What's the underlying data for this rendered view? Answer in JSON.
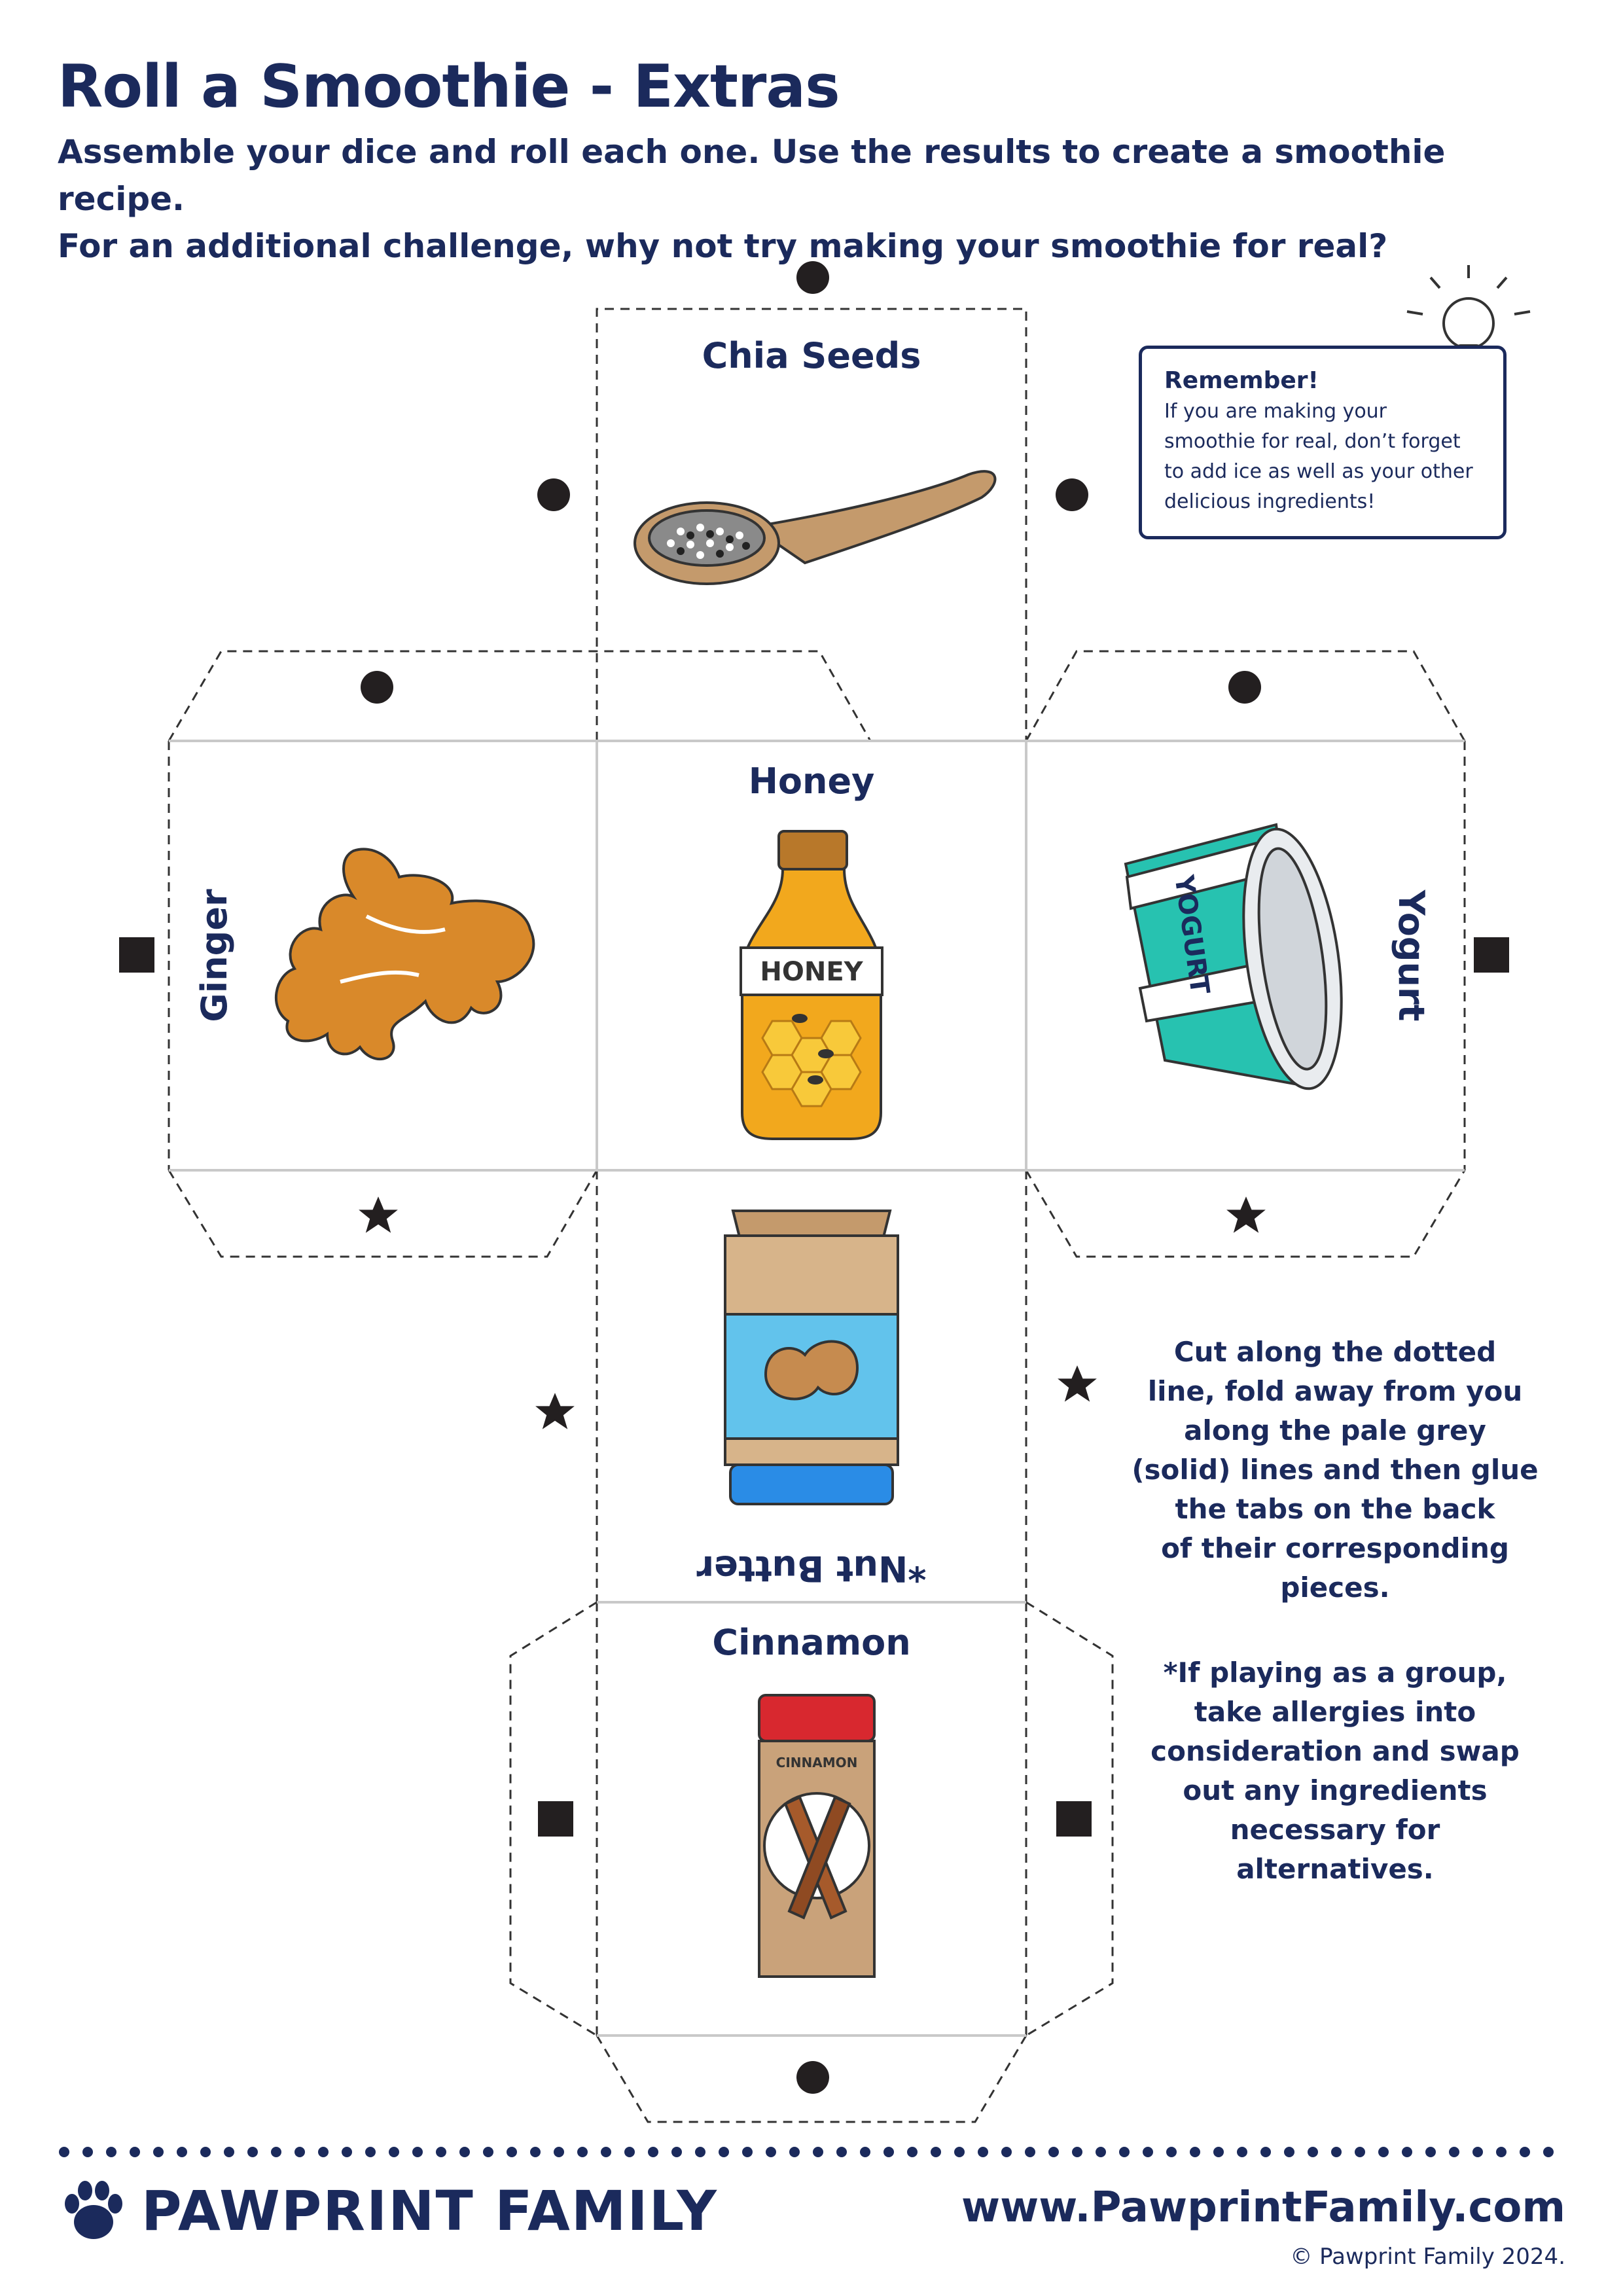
{
  "header": {
    "title": "Roll a Smoothie - Extras",
    "subtitle_line1": "Assemble your dice and roll each one. Use the results to create a smoothie recipe.",
    "subtitle_line2": "For an additional challenge, why not try making your smoothie for real?"
  },
  "faces": {
    "top": "Chia Seeds",
    "center": "Honey",
    "left": "Ginger",
    "right": "Yogurt",
    "lower": "*Nut Butter",
    "bottom": "Cinnamon"
  },
  "product_text": {
    "honey_label": "HONEY",
    "yogurt_label": "YOGURT",
    "cinnamon_label": "CINNAMON"
  },
  "remember": {
    "heading": "Remember!",
    "line1": "If you are making your",
    "line2": "smoothie for real, don’t forget",
    "line3": "to add ice as well as your other",
    "line4": "delicious ingredients!"
  },
  "instructions": {
    "l1": "Cut along the dotted",
    "l2": "line, fold away from you",
    "l3": "along the pale grey",
    "l4": "(solid) lines and then glue",
    "l5": "the tabs on the back",
    "l6": "of their corresponding",
    "l7": "pieces."
  },
  "note": {
    "l1": "*If playing as a group,",
    "l2": "take allergies into",
    "l3": "consideration and swap",
    "l4": "out any ingredients",
    "l5": "necessary for",
    "l6": "alternatives."
  },
  "footer": {
    "brand": "PAWPRINT FAMILY",
    "url": "www.PawprintFamily.com",
    "copyright": "© Pawprint Family 2024."
  },
  "colors": {
    "navy": "#1b2a5c",
    "ginger": "#d9892a",
    "honey": "#f2a81d",
    "yogurt_teal": "#27c2b0",
    "peanut_blue": "#62c3ec",
    "cinnamon_red": "#d8282f",
    "spoon_brown": "#c49a6c"
  }
}
